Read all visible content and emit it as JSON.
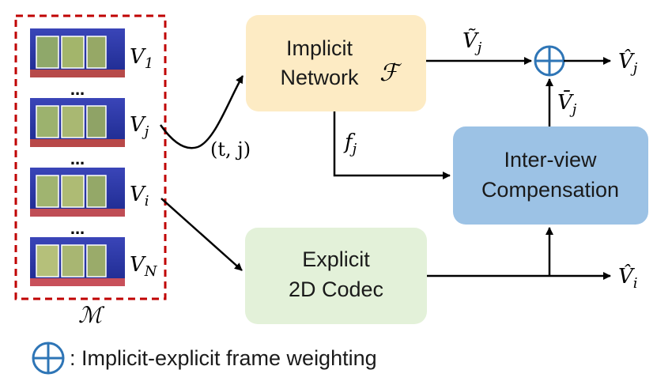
{
  "views": {
    "group_label": "ℳ",
    "labels": [
      "V1",
      "Vj",
      "Vi",
      "VN"
    ],
    "subscripts": [
      "1",
      "j",
      "i",
      "N"
    ],
    "base": "V",
    "ellipsis": "..."
  },
  "implicit": {
    "line1": "Implicit",
    "line2": "Network",
    "symbol": "ℱ"
  },
  "explicit": {
    "line1": "Explicit",
    "line2": "2D Codec"
  },
  "interview": {
    "line1": "Inter-view",
    "line2": "Compensation"
  },
  "edges": {
    "input_coord": "(t, j)",
    "feature": "f",
    "feature_sub": "j",
    "implicit_out": "Ṽ",
    "implicit_out_sub": "j",
    "comp_out": "V̄",
    "comp_out_sub": "j",
    "final_j": "V̂",
    "final_j_sub": "j",
    "final_i": "V̂",
    "final_i_sub": "i"
  },
  "legend": {
    "text": ": Implicit-explicit frame weighting"
  },
  "colors": {
    "implicit_fill": "#fdebc4",
    "explicit_fill": "#e3f1d9",
    "interview_fill": "#9cc2e5",
    "weight_symbol": "#2e75b6",
    "dash_border": "#c00000"
  }
}
